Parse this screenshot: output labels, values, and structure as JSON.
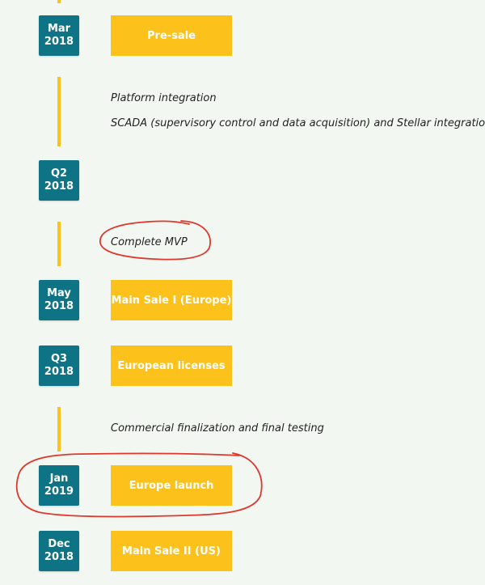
{
  "milestones": [
    {
      "month": "Mar",
      "year": "2018",
      "event": "Pre-sale"
    },
    {
      "month": "Q2",
      "year": "2018"
    },
    {
      "month": "May",
      "year": "2018",
      "event": "Main Sale I (Europe)"
    },
    {
      "month": "Q3",
      "year": "2018",
      "event": "European licenses"
    },
    {
      "month": "Jan",
      "year": "2019",
      "event": "Europe launch"
    },
    {
      "month": "Dec",
      "year": "2018",
      "event": "Main Sale II (US)"
    }
  ],
  "notes": [
    "Platform integration",
    "SCADA (supervisory control and data acquisition) and Stellar integration",
    "Complete MVP",
    "Commercial finalization and final testing"
  ],
  "colors": {
    "background": "#f2f8f1",
    "badge": "#0f7386",
    "accent": "#fcc21b",
    "annotation": "#e0362c"
  }
}
